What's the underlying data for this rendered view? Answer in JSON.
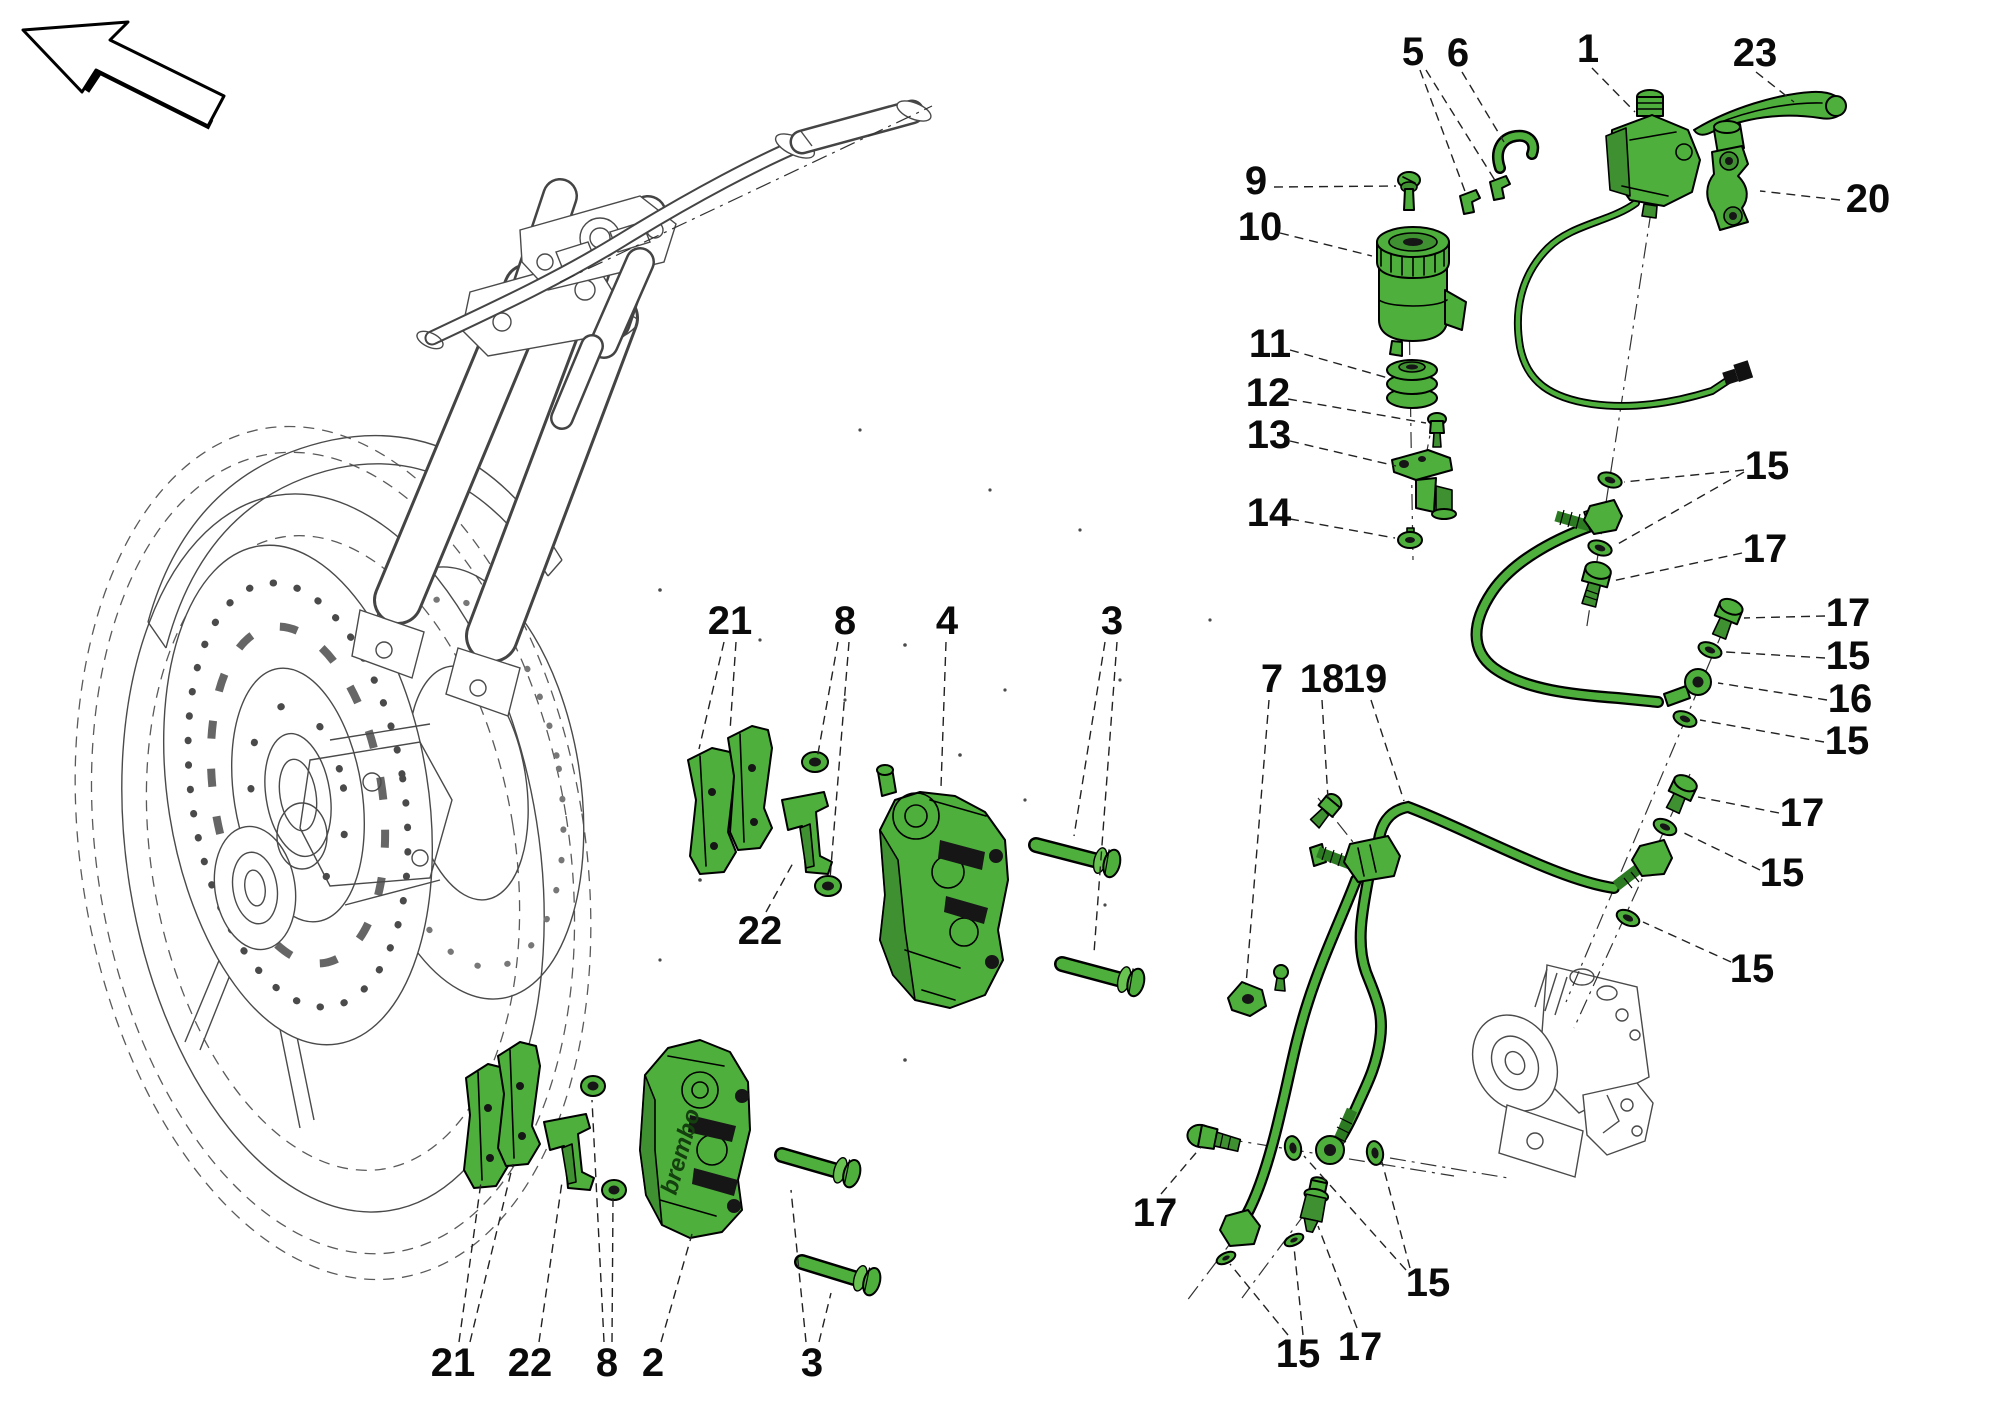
{
  "diagram": {
    "type": "exploded-parts-diagram",
    "subject": "motorcycle front brake system",
    "orientation_icon": "arrow-up-left"
  },
  "colors": {
    "part_highlight_green": "#4FAF3C",
    "part_highlight_dark": "#3E9030",
    "line_art_gray": "#4a4a4a",
    "callout_text": "#0a0a0a",
    "background": "#ffffff"
  },
  "branding": {
    "caliper_logo": "brembo"
  },
  "callouts": [
    {
      "label": "5",
      "part": "reservoir-hose-clips"
    },
    {
      "label": "6",
      "part": "hose-guide-hook"
    },
    {
      "label": "1",
      "part": "front-master-cylinder"
    },
    {
      "label": "23",
      "part": "front-brake-lever"
    },
    {
      "label": "20",
      "part": "handlebar-clamp"
    },
    {
      "label": "9",
      "part": "reservoir-screw"
    },
    {
      "label": "10",
      "part": "brake-fluid-reservoir"
    },
    {
      "label": "11",
      "part": "reservoir-grommet"
    },
    {
      "label": "12",
      "part": "screw"
    },
    {
      "label": "13",
      "part": "reservoir-bracket"
    },
    {
      "label": "14",
      "part": "washer-nut"
    },
    {
      "label": "15",
      "part": "sealing-washers-upper"
    },
    {
      "label": "17",
      "part": "banjo-bolt-upper"
    },
    {
      "label": "17",
      "part": "banjo-bolt-right"
    },
    {
      "label": "15",
      "part": "sealing-washer-right"
    },
    {
      "label": "16",
      "part": "brake-hose-upper"
    },
    {
      "label": "15",
      "part": "sealing-washer-right-lower"
    },
    {
      "label": "17",
      "part": "banjo-bolt-mid"
    },
    {
      "label": "15",
      "part": "sealing-washer-mid"
    },
    {
      "label": "15",
      "part": "sealing-washer-low"
    },
    {
      "label": "21",
      "part": "brake-pads-rh"
    },
    {
      "label": "8",
      "part": "caliper-washers-rh"
    },
    {
      "label": "4",
      "part": "front-caliper-rh"
    },
    {
      "label": "3",
      "part": "caliper-bolts-rh"
    },
    {
      "label": "22",
      "part": "pad-retainer-rh"
    },
    {
      "label": "7",
      "part": "hose-clamp"
    },
    {
      "label": "18",
      "part": "junction-screw"
    },
    {
      "label": "19",
      "part": "front-brake-hose"
    },
    {
      "label": "17",
      "part": "banjo-bolt-caliper"
    },
    {
      "label": "15",
      "part": "sealing-washers-caliper"
    },
    {
      "label": "15",
      "part": "sealing-washers-bottom"
    },
    {
      "label": "17",
      "part": "bleed-fitting"
    },
    {
      "label": "21",
      "part": "brake-pads-lh"
    },
    {
      "label": "22",
      "part": "pad-retainer-lh"
    },
    {
      "label": "8",
      "part": "caliper-washers-lh"
    },
    {
      "label": "2",
      "part": "front-caliper-lh"
    },
    {
      "label": "3",
      "part": "caliper-bolts-lh"
    }
  ]
}
